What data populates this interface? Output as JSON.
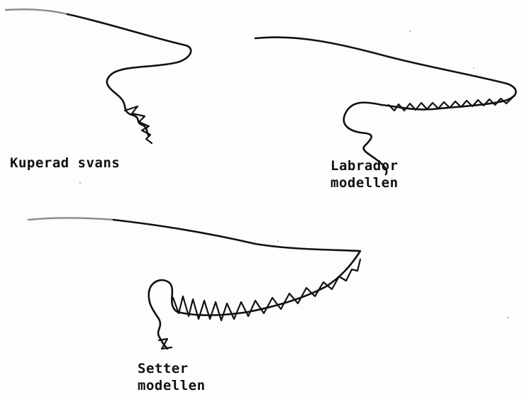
{
  "figure": {
    "docked_tail": {
      "label": "Kuperad svans"
    },
    "labrador_tail": {
      "label_line1": "Labrador",
      "label_line2": "modellen"
    },
    "setter_tail": {
      "label_line1": "Setter",
      "label_line2": "modellen"
    }
  }
}
